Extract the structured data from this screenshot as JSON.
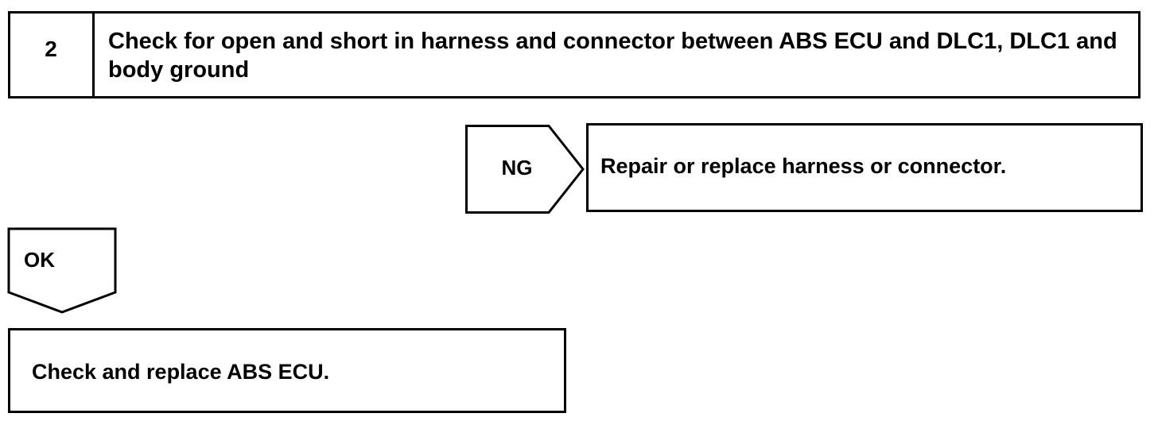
{
  "step": {
    "number": "2",
    "title": "Check for open and short in harness and connector between ABS ECU and DLC1, DLC1 and body ground"
  },
  "ng_branch": {
    "label": "NG",
    "result": "Repair or replace harness or connector."
  },
  "ok_branch": {
    "label": "OK",
    "result": "Check and replace ABS ECU."
  }
}
